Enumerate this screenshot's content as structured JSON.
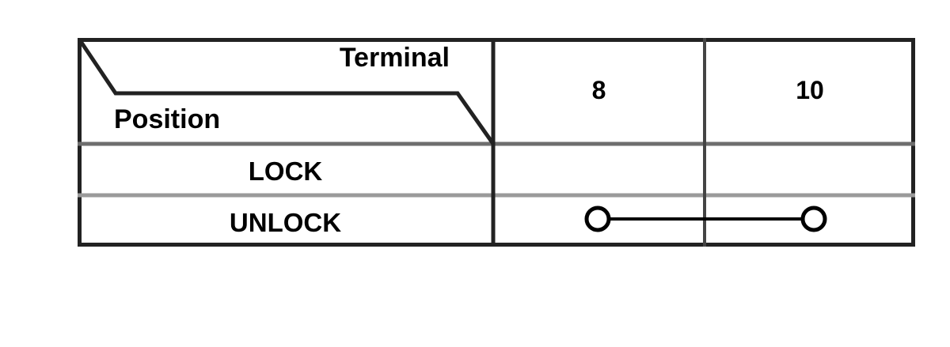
{
  "table": {
    "corner": {
      "column_axis_label": "Terminal",
      "row_axis_label": "Position",
      "divider": "diagonal-split"
    },
    "column_headers": [
      {
        "id": "terminal-8",
        "label": "8"
      },
      {
        "id": "terminal-10",
        "label": "10"
      }
    ],
    "rows": [
      {
        "id": "lock",
        "label": "LOCK",
        "continuity": [
          {
            "terminal": "8",
            "connected": false
          },
          {
            "terminal": "10",
            "connected": false
          }
        ]
      },
      {
        "id": "unlock",
        "label": "UNLOCK",
        "continuity": [
          {
            "terminal": "8",
            "connected": true
          },
          {
            "terminal": "10",
            "connected": true
          }
        ]
      }
    ],
    "continuity_links": [
      {
        "id": "unlock-8-10",
        "row": "UNLOCK",
        "from_terminal": "8",
        "to_terminal": "10",
        "symbol": "circle-line-circle"
      }
    ]
  },
  "colors": {
    "border": "#222222",
    "inner_rule": "#8c8c8c",
    "symbol": "#000000",
    "background": "#ffffff",
    "text": "#000000"
  }
}
